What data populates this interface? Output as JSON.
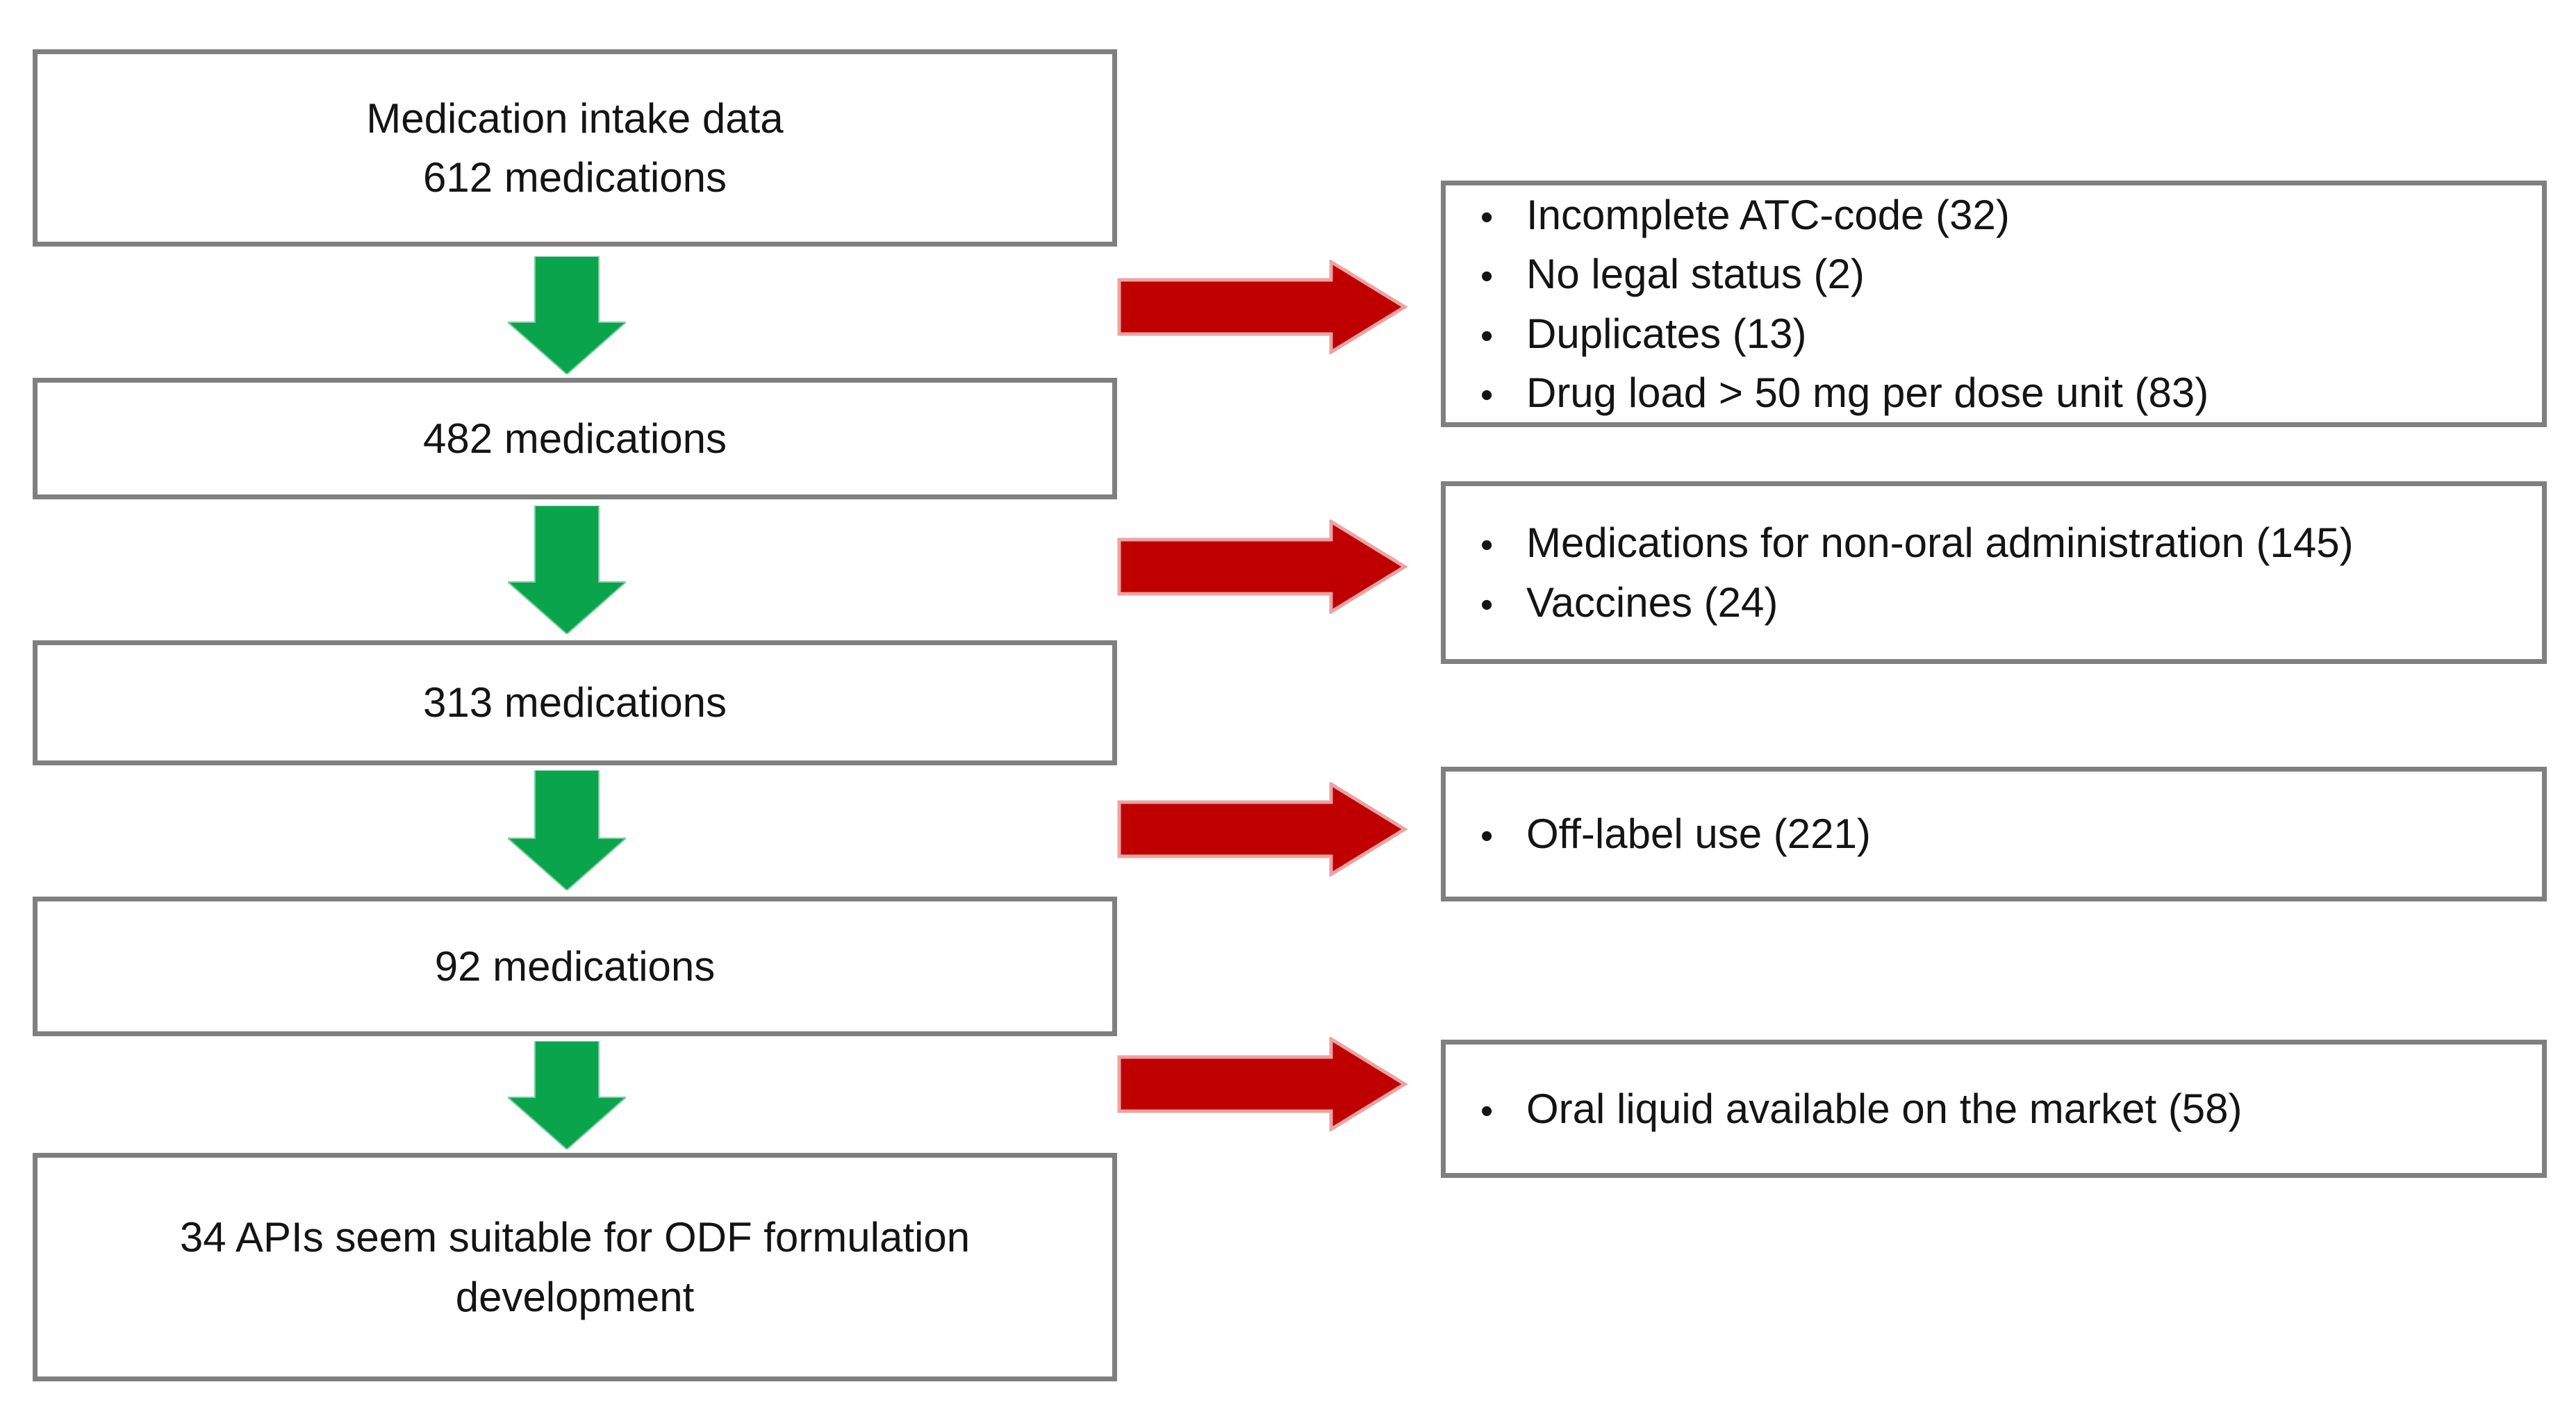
{
  "glyphs": {
    "bullet": "•"
  },
  "colors": {
    "background": "#FFFFFF",
    "box_border": "#7F7F7F",
    "text": "#141414",
    "flow_arrow_green": "#0AA44C",
    "exclusion_arrow_red": "#C00000",
    "exclusion_arrow_outline": "#EBA3A3"
  },
  "flow": {
    "boxes": [
      {
        "lines": [
          "Medication intake data",
          "612 medications"
        ]
      },
      {
        "lines": [
          "482 medications"
        ]
      },
      {
        "lines": [
          "313 medications"
        ]
      },
      {
        "lines": [
          "92 medications"
        ]
      },
      {
        "lines": [
          "34 APIs seem suitable for ODF formulation development"
        ]
      }
    ],
    "exclusions": [
      {
        "items": [
          "Incomplete ATC-code (32)",
          "No legal status (2)",
          "Duplicates (13)",
          "Drug load > 50 mg per dose unit (83)"
        ]
      },
      {
        "items": [
          "Medications for non-oral administration (145)",
          "Vaccines (24)"
        ]
      },
      {
        "items": [
          "Off-label use (221)"
        ]
      },
      {
        "items": [
          "Oral liquid available on the market (58)"
        ]
      }
    ]
  }
}
